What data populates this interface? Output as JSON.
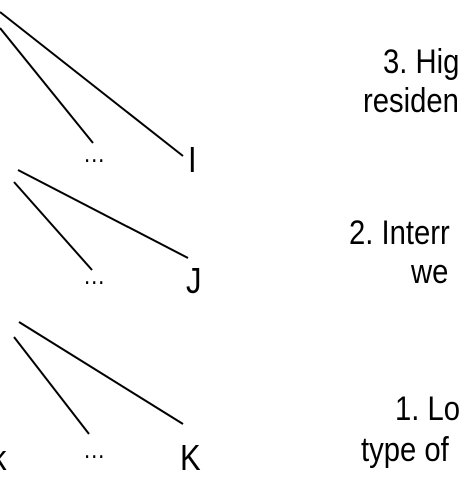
{
  "diagram": {
    "colors": {
      "line": "#000000",
      "text": "#000000",
      "background": "#ffffff"
    },
    "ellipsis": "...",
    "branches": [
      {
        "id": "level-3",
        "leaf_label": "I",
        "edges": 2
      },
      {
        "id": "level-2",
        "leaf_label": "J",
        "edges": 2
      },
      {
        "id": "level-1",
        "leaf_label": "K",
        "edges": 2
      }
    ],
    "partial_left_label": "k",
    "levels": [
      {
        "line1": "3. Hig",
        "line2": "residen"
      },
      {
        "line1": "2. Interr",
        "line2": "we"
      },
      {
        "line1": "1. Lo",
        "line2": "type of"
      }
    ]
  }
}
